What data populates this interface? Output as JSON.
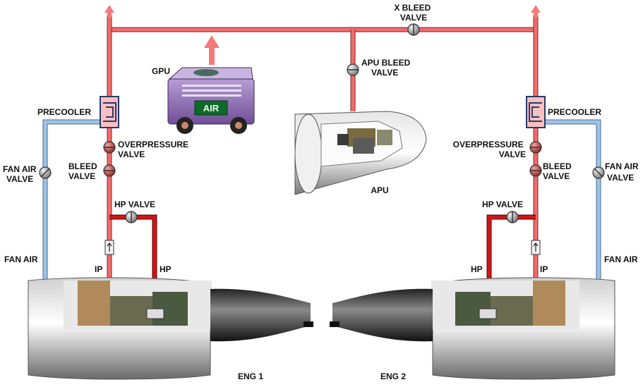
{
  "labels": {
    "x_bleed_valve": [
      "X BLEED",
      "VALVE"
    ],
    "gpu": "GPU",
    "gpu_screen": "AIR",
    "apu_bleed_valve": [
      "APU BLEED",
      "VALVE"
    ],
    "apu": "APU",
    "precooler_left": "PRECOOLER",
    "precooler_right": "PRECOOLER",
    "overpressure_valve_left": [
      "OVERPRESSURE",
      "VALVE"
    ],
    "overpressure_valve_right": [
      "OVERPRESSURE",
      "VALVE"
    ],
    "bleed_valve_left": [
      "BLEED",
      "VALVE"
    ],
    "bleed_valve_right": [
      "BLEED",
      "VALVE"
    ],
    "fan_air_valve_left": [
      "FAN AIR",
      "VALVE"
    ],
    "fan_air_valve_right": [
      "FAN AIR",
      "VALVE"
    ],
    "hp_valve_left": "HP VALVE",
    "hp_valve_right": "HP VALVE",
    "fan_air_left": "FAN AIR",
    "fan_air_right": "FAN AIR",
    "ip_left": "IP",
    "ip_right": "IP",
    "hp_left": "HP",
    "hp_right": "HP",
    "eng1": "ENG 1",
    "eng2": "ENG 2"
  },
  "colors": {
    "bleed_duct": "#f26b6b",
    "hp_duct": "#d01515",
    "fan_duct": "#9ec4ea",
    "valve_grey": "#a9a9a9",
    "valve_red": "#d96060",
    "arrow": "#f47a7a"
  },
  "icons": [
    "valve-icon",
    "check-valve-icon",
    "flow-arrow-icon",
    "precooler-icon",
    "gpu-cart-icon",
    "apu-icon",
    "engine-icon"
  ]
}
